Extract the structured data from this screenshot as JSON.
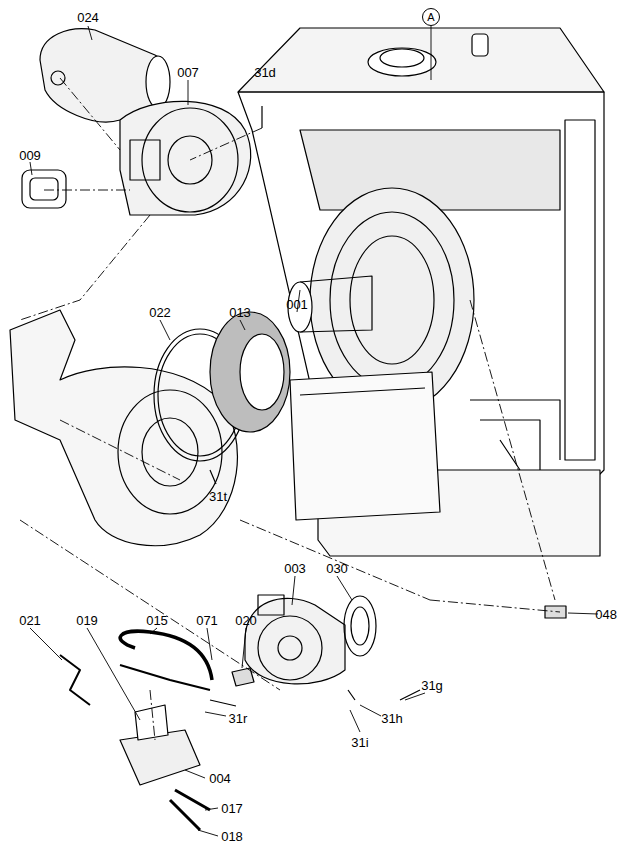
{
  "diagram": {
    "nodes": [
      {
        "text": [
          "A"
        ]
      }
    ],
    "labels": [
      "024",
      "007",
      "31d",
      "009",
      "001",
      "013",
      "022",
      "31t",
      "003",
      "030",
      "048",
      "021",
      "019",
      "015",
      "071",
      "020",
      "31g",
      "31h",
      "31r",
      "31i",
      "004",
      "017",
      "018"
    ]
  }
}
